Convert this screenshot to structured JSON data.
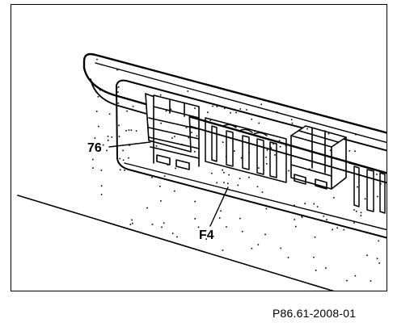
{
  "callouts": {
    "part_76": "76",
    "part_f4": "F4"
  },
  "reference_code": "P86.61-2008-01",
  "colors": {
    "line": "#000000",
    "background": "#ffffff"
  }
}
